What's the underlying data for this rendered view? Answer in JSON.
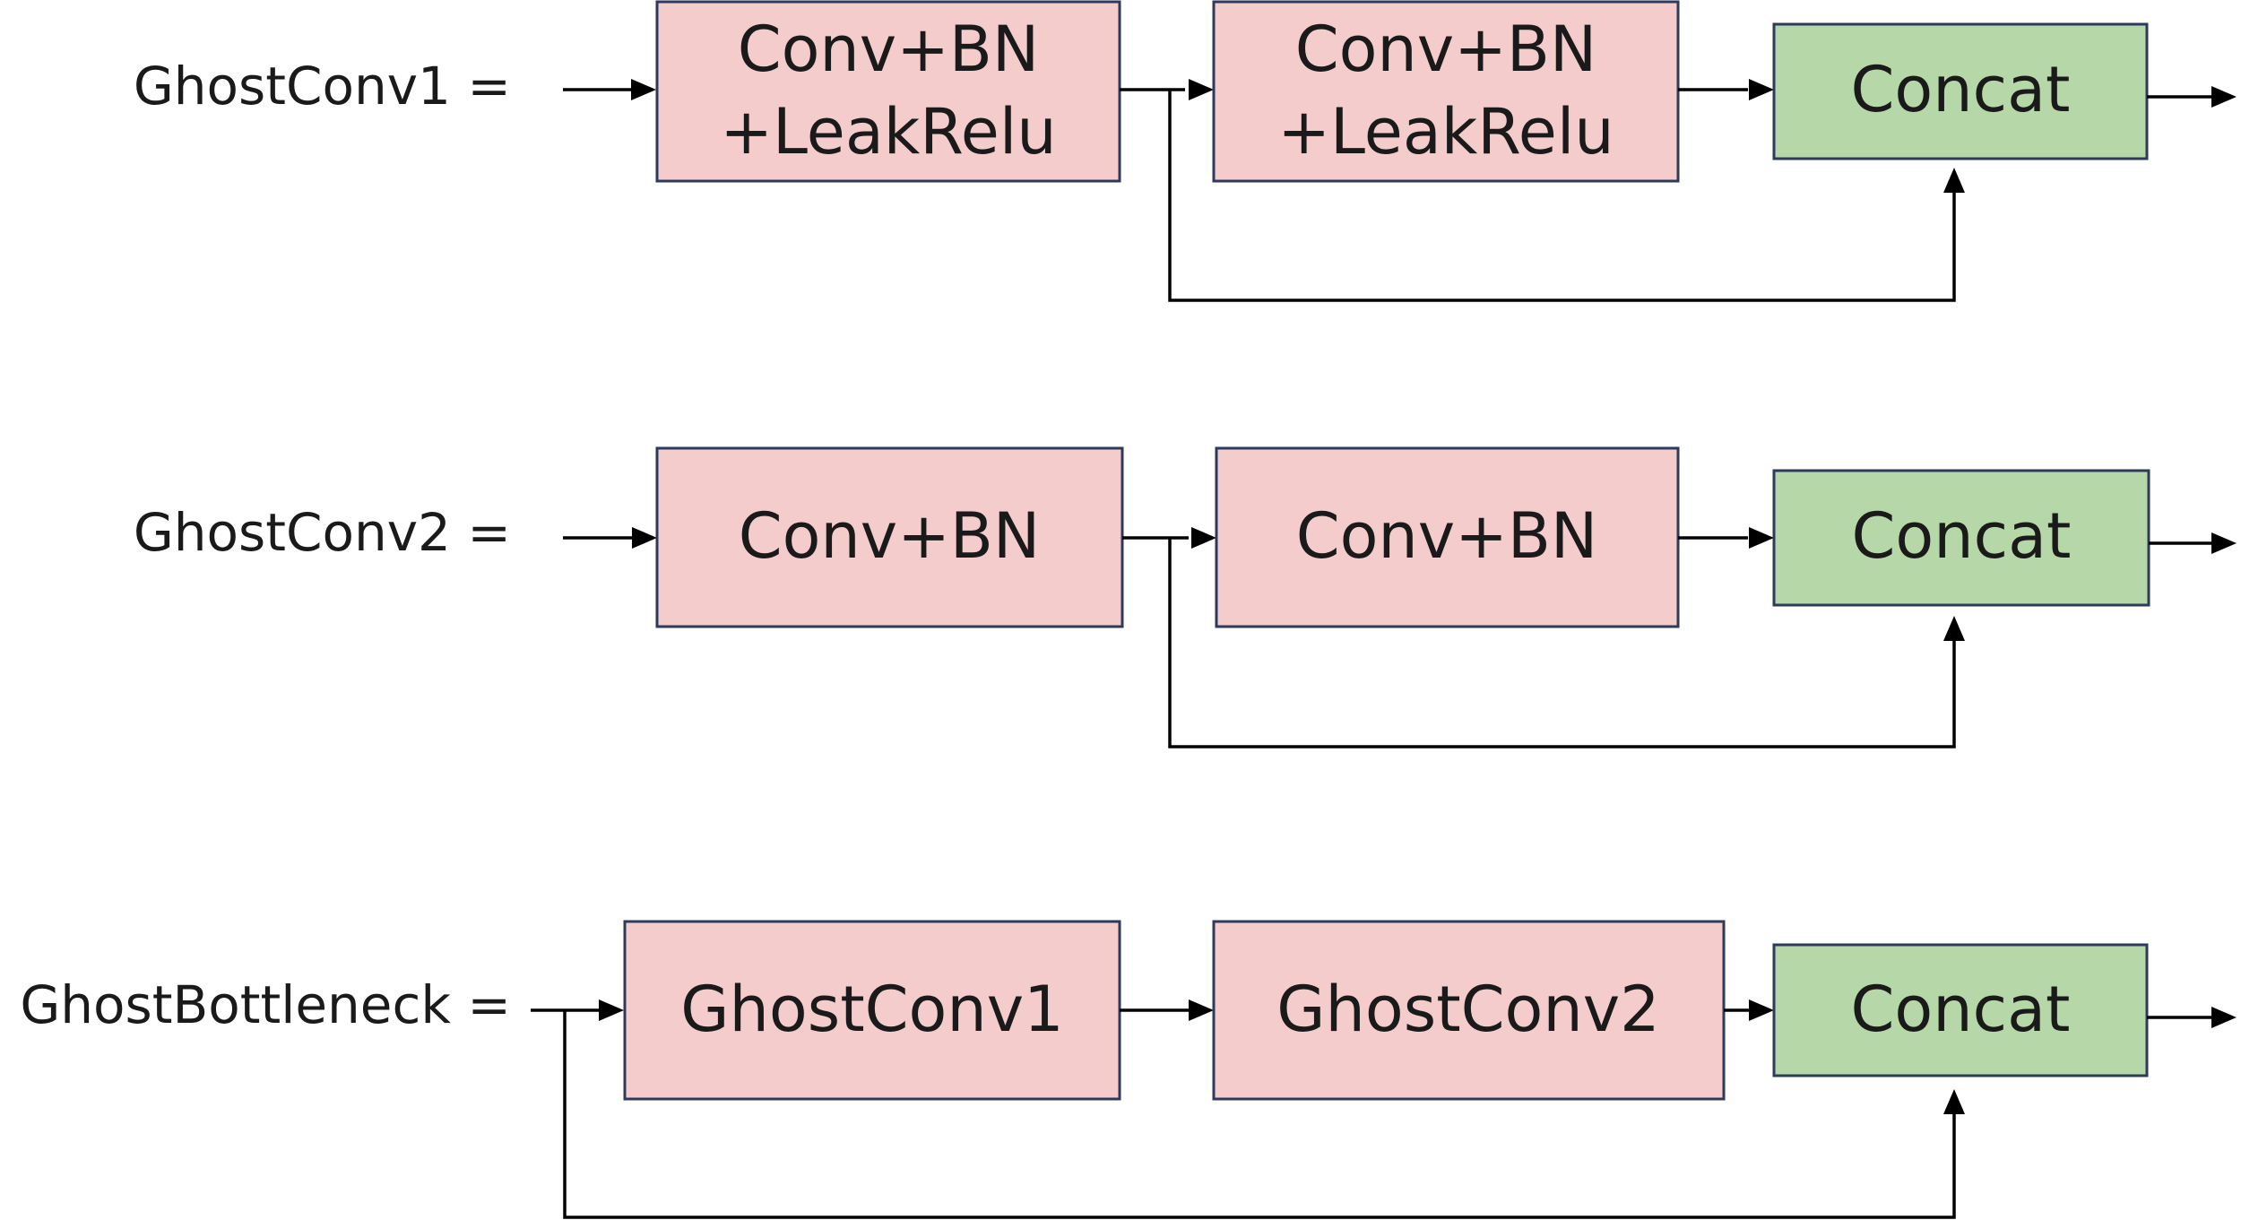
{
  "rows": [
    {
      "label": "GhostConv1 =",
      "blocks": [
        {
          "lines": [
            "Conv+BN",
            "+LeakRelu"
          ]
        },
        {
          "lines": [
            "Conv+BN",
            "+LeakRelu"
          ]
        },
        {
          "lines": [
            "Concat"
          ]
        }
      ]
    },
    {
      "label": "GhostConv2 =",
      "blocks": [
        {
          "lines": [
            "Conv+BN"
          ]
        },
        {
          "lines": [
            "Conv+BN"
          ]
        },
        {
          "lines": [
            "Concat"
          ]
        }
      ]
    },
    {
      "label": "GhostBottleneck =",
      "blocks": [
        {
          "lines": [
            "GhostConv1"
          ]
        },
        {
          "lines": [
            "GhostConv2"
          ]
        },
        {
          "lines": [
            "Concat"
          ]
        }
      ]
    }
  ],
  "colors": {
    "conv_block_fill": "#f4cccc",
    "concat_block_fill": "#b6d7a8",
    "block_border": "#2e3a5c",
    "arrow": "#000000"
  }
}
